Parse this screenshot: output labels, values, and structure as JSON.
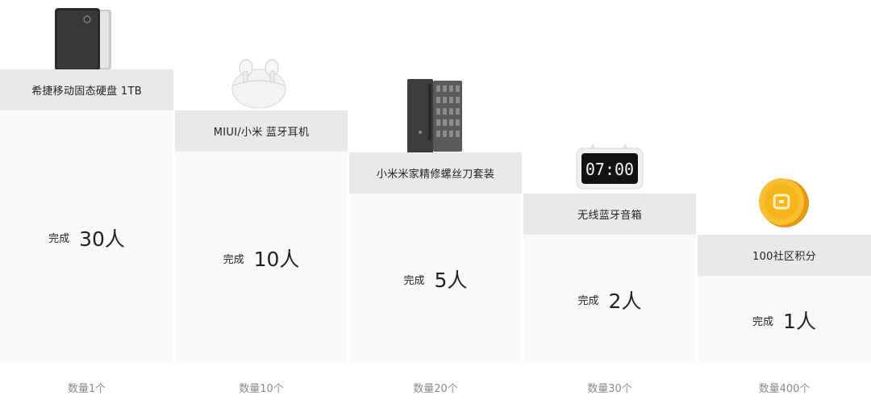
{
  "done_label": "完成",
  "tiers": [
    {
      "prize": "希捷移动固态硬盘 1TB",
      "count": "30人",
      "quantity": "数量1个",
      "icon": "ssd-drive-icon"
    },
    {
      "prize": "MIUI/小米 蓝牙耳机",
      "count": "10人",
      "quantity": "数量10个",
      "icon": "earbuds-icon"
    },
    {
      "prize": "小米米家精修螺丝刀套装",
      "count": "5人",
      "quantity": "数量20个",
      "icon": "screwdriver-set-icon"
    },
    {
      "prize": "无线蓝牙音箱",
      "count": "2人",
      "quantity": "数量30个",
      "icon": "alarm-clock-speaker-icon"
    },
    {
      "prize": "100社区积分",
      "count": "1人",
      "quantity": "数量400个",
      "icon": "gold-coin-icon"
    }
  ],
  "colors": {
    "band": "#e9e9ea",
    "body": "#f9f9f9",
    "coin": "#f5b51b"
  }
}
